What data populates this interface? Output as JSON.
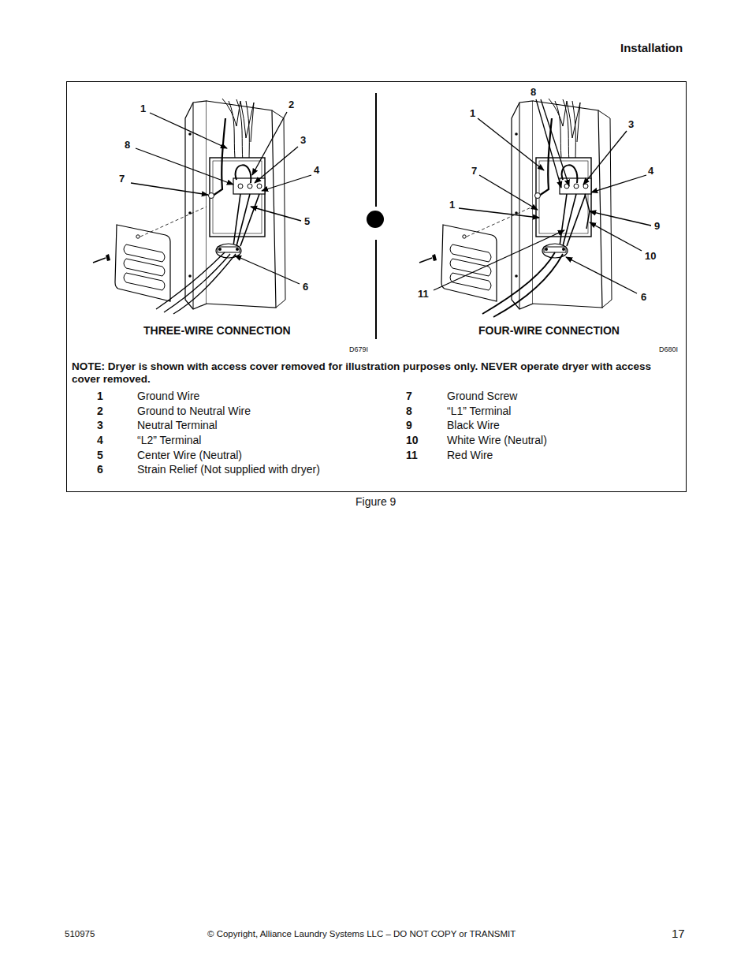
{
  "diagram": {
    "caption": "Figure 9",
    "labels": [
      "Installation",
      "1",
      "2",
      "3",
      "4",
      "5",
      "6",
      "8",
      "7",
      "THREE-WIRE CONNECTION",
      "D679I",
      "8",
      "1",
      "3",
      "7",
      "4",
      "1",
      "9",
      "10",
      "11",
      "6",
      "FOUR-WIRE CONNECTION",
      "D680I",
      "NOTE: Dryer is shown with access cover removed for illustration purposes only. NEVER operate dryer with access cover removed.",
      "1",
      "Ground Wire",
      "7",
      "Ground Screw",
      "2",
      "Ground to Neutral Wire",
      "8",
      "“L1” Terminal",
      "3",
      "Neutral Terminal",
      "9",
      "Black Wire",
      "4",
      "“L2” Terminal",
      "10",
      "White Wire (Neutral)",
      "5",
      "Center Wire (Neutral)",
      "11",
      "Red Wire",
      "6",
      "Strain Relief (Not supplied with dryer)",
      "510975",
      "© Copyright, Alliance Laundry Systems LLC – DO NOT COPY or TRANSMIT",
      "17"
    ]
  }
}
